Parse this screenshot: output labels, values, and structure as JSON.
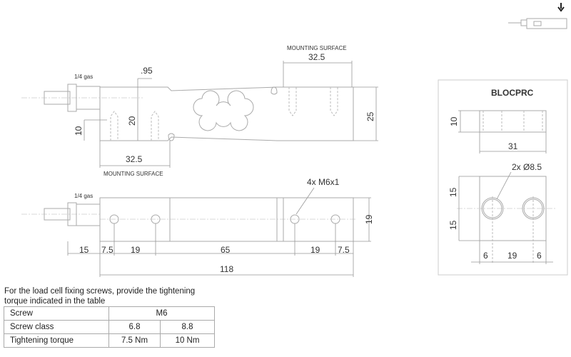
{
  "top_view": {
    "gas_label": "1/4 gas",
    "dim_095": ".95",
    "dim_20": "20",
    "dim_10": "10",
    "dim_25": "25",
    "dim_mount_left": "32.5",
    "dim_mount_right": "32.5",
    "mounting_left": "MOUNTING SURFACE",
    "mounting_right": "MOUNTING SURFACE"
  },
  "bottom_view": {
    "gas_label": "1/4 gas",
    "thread_label": "4x M6x1",
    "dim_19_vert": "19",
    "dims": [
      "15",
      "7.5",
      "19",
      "65",
      "19",
      "7.5"
    ],
    "total": "118"
  },
  "block": {
    "title": "BLOCPRC",
    "dim_10": "10",
    "dim_31": "31",
    "holes_label": "2x Ø8.5",
    "dim_15_top": "15",
    "dim_15_bottom": "15",
    "dim_6_left": "6",
    "dim_19": "19",
    "dim_6_right": "6"
  },
  "torque": {
    "note": "For the load cell fixing screws, provide the tightening torque indicated in the table",
    "rows": [
      {
        "label": "Screw",
        "values": [
          "M6"
        ]
      },
      {
        "label": "Screw class",
        "values": [
          "6.8",
          "8.8"
        ]
      },
      {
        "label": "Tightening torque",
        "values": [
          "7.5 Nm",
          "10 Nm"
        ]
      }
    ]
  }
}
